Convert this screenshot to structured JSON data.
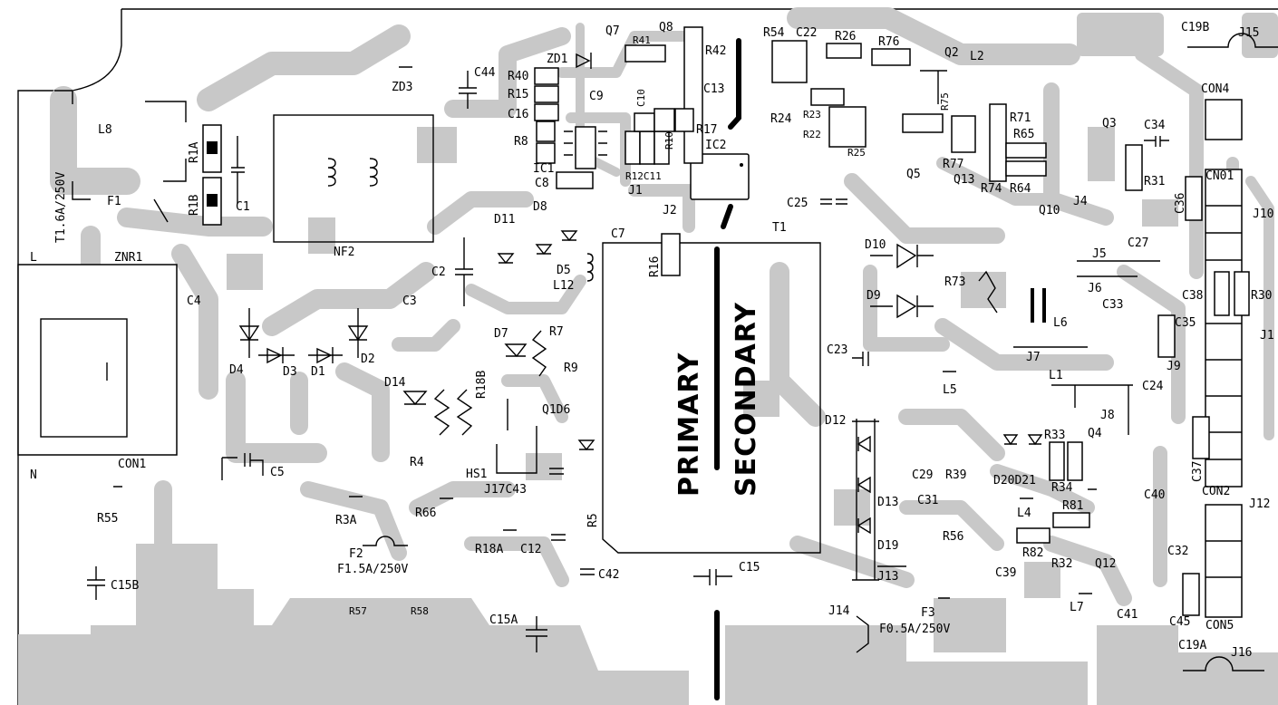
{
  "board": {
    "primary_label": "PRIMARY",
    "secondary_label": "SECONDARY",
    "mains_l": "L",
    "mains_n": "N"
  },
  "labels": {
    "fuse_f1_rating": "T1.6A/250V",
    "fuse_f2_rating": "F1.5A/250V",
    "fuse_f3_rating": "F0.5A/250V",
    "L8": "L8",
    "F1": "F1",
    "R1A": "R1A",
    "R1B": "R1B",
    "C1": "C1",
    "ZNR1": "ZNR1",
    "NF2": "NF2",
    "ZD3": "ZD3",
    "C44": "C44",
    "C2": "C2",
    "C3": "C3",
    "C4": "C4",
    "C5": "C5",
    "D1": "D1",
    "D2": "D2",
    "D3": "D3",
    "D4": "D4",
    "CON1": "CON1",
    "R55": "R55",
    "C15B": "C15B",
    "R3A": "R3A",
    "F2": "F2",
    "R57": "R57",
    "R58": "R58",
    "R66": "R66",
    "R18A": "R18A",
    "C12": "C12",
    "C15A": "C15A",
    "C42": "C42",
    "R4": "R4",
    "D14": "D14",
    "R18B": "R18B",
    "HS1": "HS1",
    "J17C43": "J17C43",
    "Q1D6": "Q1D6",
    "R9": "R9",
    "D7": "D7",
    "R7": "R7",
    "R5": "R5",
    "D11": "D11",
    "D8": "D8",
    "D5": "D5",
    "L12": "L12",
    "C7": "C7",
    "J2": "J2",
    "R16": "R16",
    "T1": "T1",
    "C15": "C15",
    "Q7": "Q7",
    "Q8": "Q8",
    "R41": "R41",
    "R42": "R42",
    "ZD1": "ZD1",
    "R40": "R40",
    "R15": "R15",
    "C16": "C16",
    "C9": "C9",
    "C10": "C10",
    "C13": "C13",
    "R8": "R8",
    "IC1": "IC1",
    "C8": "C8",
    "R17": "R17",
    "R10": "R10",
    "R12C11": "R12C11",
    "J1": "J1",
    "IC2": "IC2",
    "R54": "R54",
    "C22": "C22",
    "R26": "R26",
    "R76": "R76",
    "Q2": "Q2",
    "L2": "L2",
    "R24": "R24",
    "R23": "R23",
    "R22": "R22",
    "R25": "R25",
    "R75": "R75",
    "Q5": "Q5",
    "R71": "R71",
    "R65": "R65",
    "R77": "R77",
    "Q13": "Q13",
    "R74": "R74",
    "R64": "R64",
    "Q10": "Q10",
    "J4": "J4",
    "C25": "C25",
    "Q3": "Q3",
    "C34": "C34",
    "R31": "R31",
    "C36": "C36",
    "C19B": "C19B",
    "J15": "J15",
    "CON4": "CON4",
    "CN01": "CN01",
    "J10": "J10",
    "C27": "C27",
    "J5": "J5",
    "J6": "J6",
    "C33": "C33",
    "C38": "C38",
    "R30": "R30",
    "C35": "C35",
    "J11": "J1",
    "J9": "J9",
    "D10": "D10",
    "D9": "D9",
    "R73": "R73",
    "L6": "L6",
    "J7": "J7",
    "C23": "C23",
    "L5": "L5",
    "L1": "L1",
    "C24": "C24",
    "J8": "J8",
    "D12": "D12",
    "R33": "R33",
    "Q4": "Q4",
    "D20D21": "D20D21",
    "R34": "R34",
    "C37": "C37",
    "C40": "C40",
    "CON2": "CON2",
    "J12": "J12",
    "C29": "C29",
    "R39": "R39",
    "C31": "C31",
    "D13": "D13",
    "L4": "L4",
    "R81": "R81",
    "R56": "R56",
    "D19": "D19",
    "R82": "R82",
    "R32": "R32",
    "Q12": "Q12",
    "C32": "C32",
    "J13": "J13",
    "C39": "C39",
    "F3": "F3",
    "L7": "L7",
    "C41": "C41",
    "C45": "C45",
    "CON5": "CON5",
    "J14": "J14",
    "C19A": "C19A",
    "J16": "J16"
  }
}
